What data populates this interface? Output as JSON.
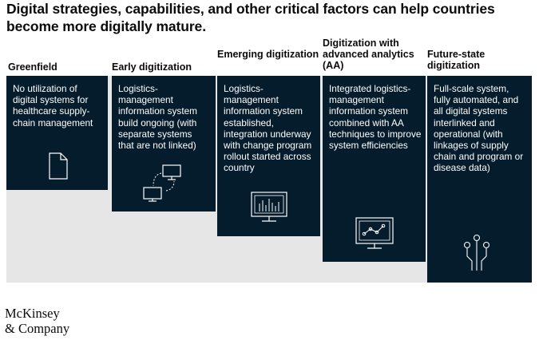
{
  "title": "Digital strategies, capabilities, and other critical factors can help countries become more digitally mature.",
  "stages": [
    {
      "label": "Greenfield",
      "description": "No utilization of digital systems for healthcare supply-chain management",
      "icon": "document-icon"
    },
    {
      "label": "Early digitization",
      "description": "Logistics-management information system build ongoing (with separate systems that are not linked)",
      "icon": "separate-computers-icon"
    },
    {
      "label": "Emerging digitization",
      "description": "Logistics-management information system established, integration underway with change program rollout started across country",
      "icon": "monitor-bar-chart-icon"
    },
    {
      "label": "Digitization with advanced analytics (AA)",
      "description": "Integrated logistics-management information system combined with AA techniques to improve system efficiencies",
      "icon": "monitor-line-chart-icon"
    },
    {
      "label": "Future-state digitization",
      "description": "Full-scale system, fully automated, and all digital systems interlinked and operational (with linkages of supply chain and program or disease data)",
      "icon": "circuit-nodes-icon"
    }
  ],
  "logo": {
    "line1": "McKinsey",
    "line2": "& Company"
  },
  "colors": {
    "card": "#051c2c",
    "background_band": "#e6e6e6",
    "text": "#0b0b0b"
  }
}
